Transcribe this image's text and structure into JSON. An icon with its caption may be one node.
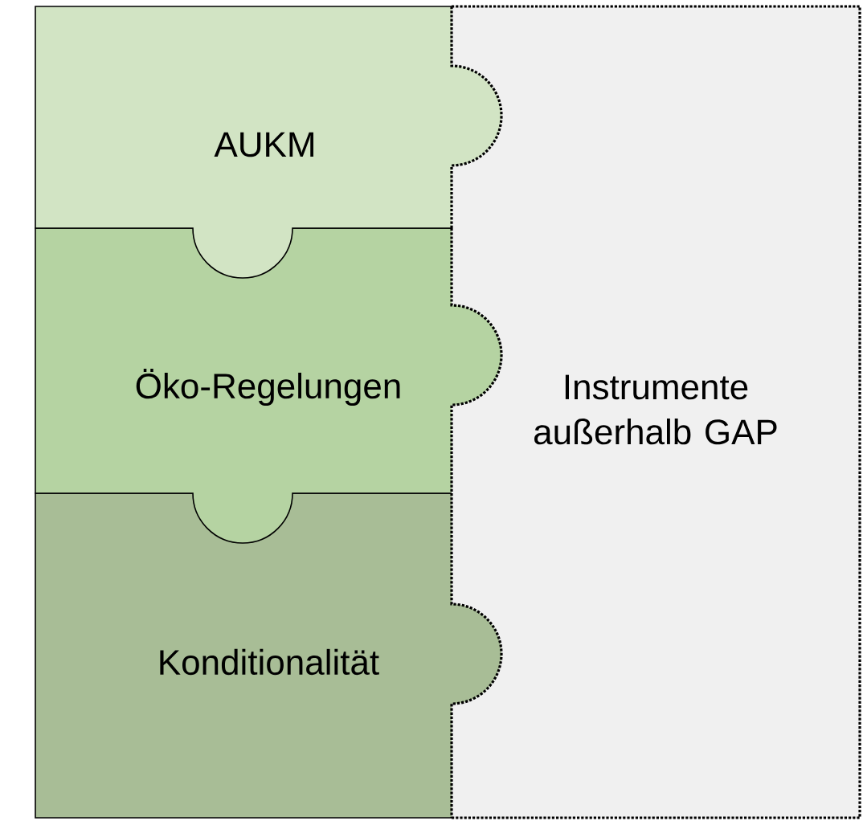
{
  "diagram": {
    "nodes": [
      {
        "text": [
          "AUKM"
        ]
      },
      {
        "text": [
          "Öko-Regelungen"
        ]
      },
      {
        "text": [
          "Konditionalität"
        ]
      },
      {
        "text": [
          "Instrumente außerhalb GAP"
        ]
      }
    ]
  }
}
